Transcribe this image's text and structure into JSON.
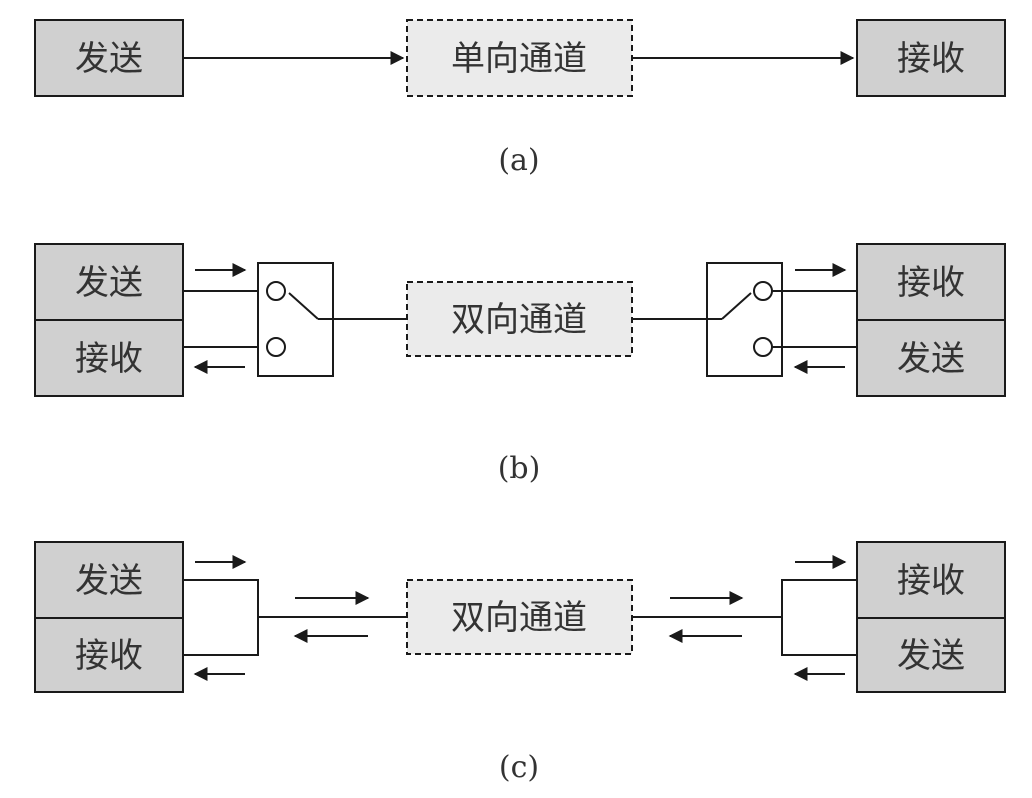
{
  "colors": {
    "box_fill": "#d0d0d0",
    "channel_fill": "#ebebeb",
    "line": "#1a1a1a",
    "text": "#333333",
    "background": "#ffffff"
  },
  "diagram_a": {
    "send_label": "发送",
    "channel_label": "单向通道",
    "receive_label": "接收",
    "caption": "(a)"
  },
  "diagram_b": {
    "left_top_label": "发送",
    "left_bottom_label": "接收",
    "channel_label": "双向通道",
    "right_top_label": "接收",
    "right_bottom_label": "发送",
    "caption": "(b)"
  },
  "diagram_c": {
    "left_top_label": "发送",
    "left_bottom_label": "接收",
    "channel_label": "双向通道",
    "right_top_label": "接收",
    "right_bottom_label": "发送",
    "caption": "(c)"
  }
}
